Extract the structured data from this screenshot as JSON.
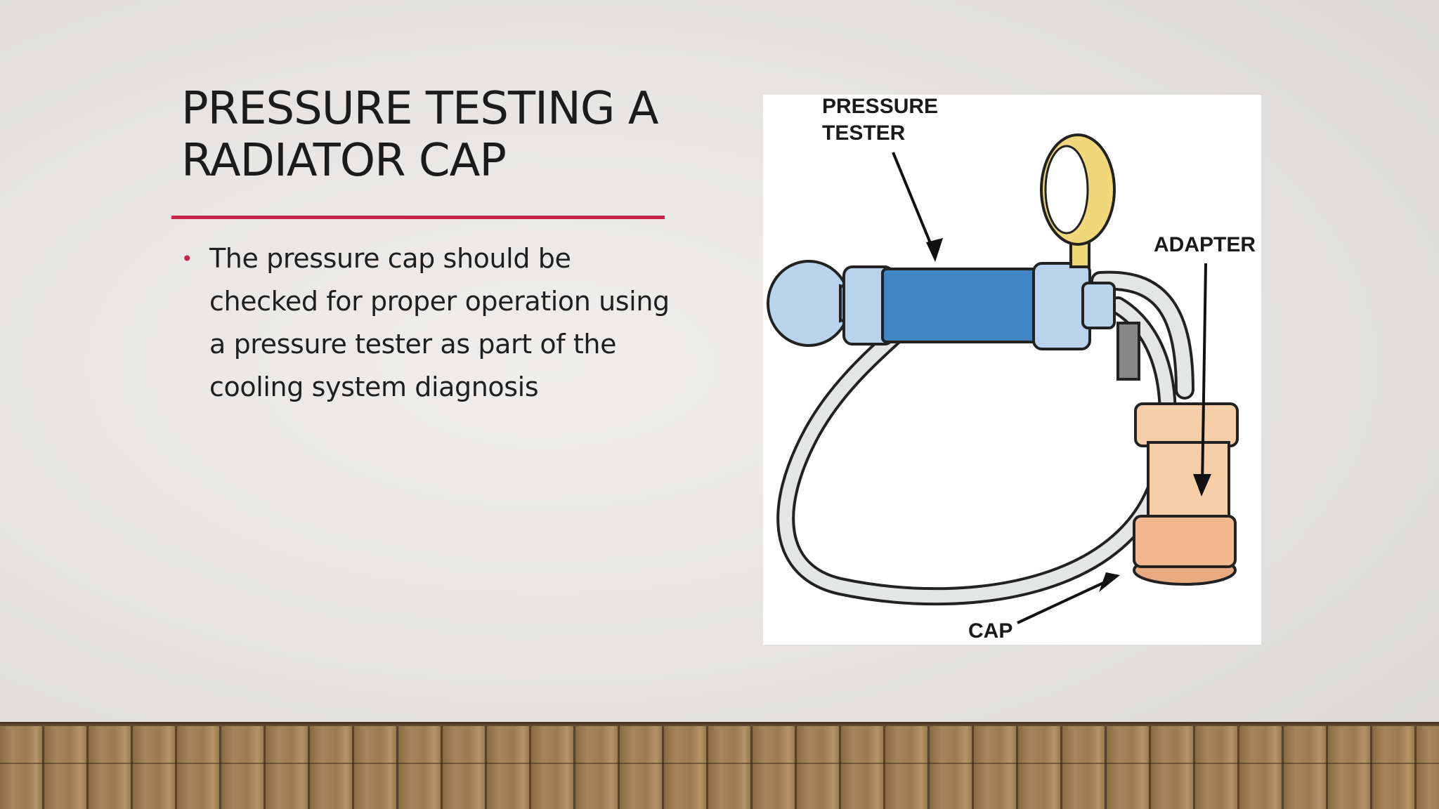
{
  "slide": {
    "title_lines": [
      "PRESSURE TESTING A",
      "RADIATOR CAP"
    ],
    "bullets": [
      "The pressure cap should be checked for proper operation using a pressure tester as part of the cooling system diagnosis"
    ]
  },
  "figure": {
    "labels": {
      "pressure_tester_line1": "PRESSURE",
      "pressure_tester_line2": "TESTER",
      "adapter": "ADAPTER",
      "cap": "CAP"
    }
  },
  "colors": {
    "accent": "#c8234b",
    "pump_body": "#3f86c2",
    "pump_end": "#b9d3ec",
    "gauge": "#f0d77a",
    "adapter": "#f6cfa9"
  }
}
